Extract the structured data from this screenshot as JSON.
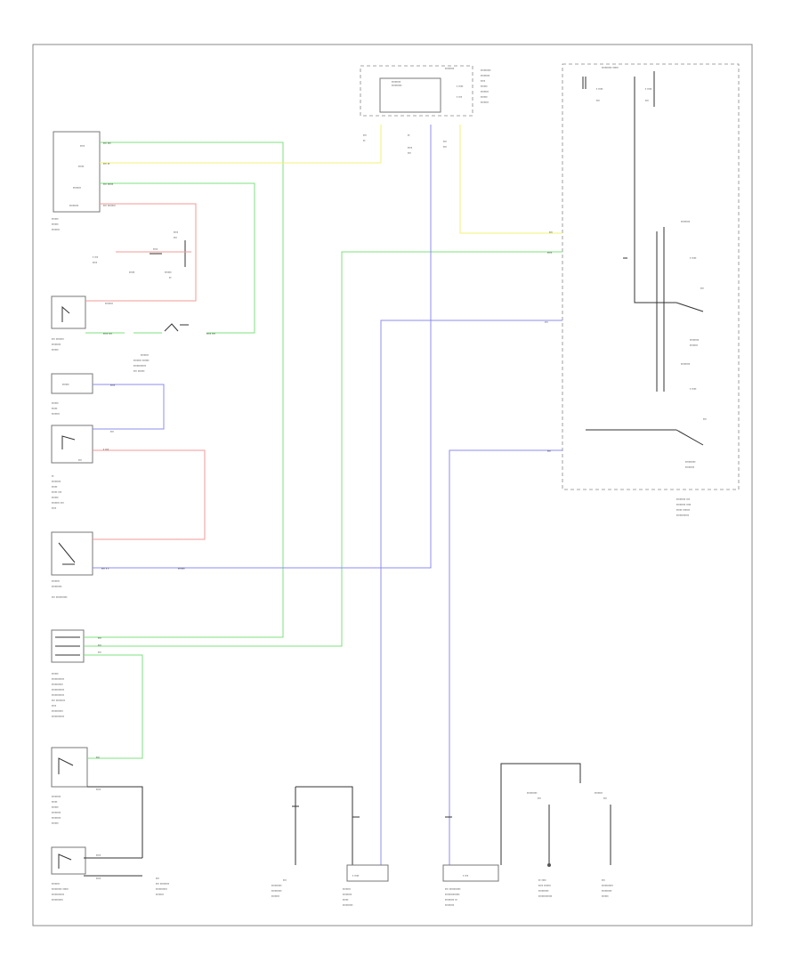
{
  "diagram": {
    "corner_label": "",
    "components": [
      {
        "id": "engine-control-module",
        "label": ""
      },
      {
        "id": "ac-pressure-switch",
        "label": ""
      },
      {
        "id": "blower-switch",
        "label": ""
      },
      {
        "id": "fan-control-switch",
        "label": ""
      },
      {
        "id": "thermal-protector",
        "label": ""
      },
      {
        "id": "ac-compressor",
        "label": ""
      },
      {
        "id": "heater-control-panel",
        "label": ""
      },
      {
        "id": "ac-switch",
        "label": ""
      },
      {
        "id": "ac-thermostat",
        "label": ""
      },
      {
        "id": "underhood-fuse-box",
        "label": ""
      },
      {
        "id": "relay-box",
        "label": ""
      },
      {
        "id": "radiator-fan-motor",
        "label": ""
      },
      {
        "id": "condenser-fan-motor",
        "label": ""
      }
    ],
    "grounds": []
  }
}
